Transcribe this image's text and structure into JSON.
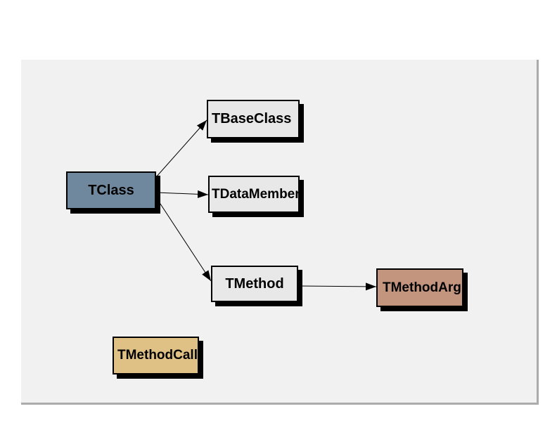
{
  "diagram": {
    "nodes": {
      "tclass": {
        "label": "TClass",
        "color": "#70889e"
      },
      "tbaseclass": {
        "label": "TBaseClass",
        "color": "#e8e8e8"
      },
      "tdatamember": {
        "label": "TDataMember",
        "color": "#e8e8e8"
      },
      "tmethod": {
        "label": "TMethod",
        "color": "#e8e8e8"
      },
      "tmethodarg": {
        "label": "TMethodArg",
        "color": "#c3947e"
      },
      "tmethodcall": {
        "label": "TMethodCall",
        "color": "#e0c185"
      }
    },
    "edges": [
      {
        "from": "TClass",
        "to": "TBaseClass"
      },
      {
        "from": "TClass",
        "to": "TDataMember"
      },
      {
        "from": "TClass",
        "to": "TMethod"
      },
      {
        "from": "TMethod",
        "to": "TMethodArg"
      }
    ],
    "colors": {
      "panel_background": "#f1f1f1",
      "panel_border": "#ababab",
      "box_border": "#000000",
      "box_shadow": "#000000",
      "connector_line": "#000000"
    }
  }
}
